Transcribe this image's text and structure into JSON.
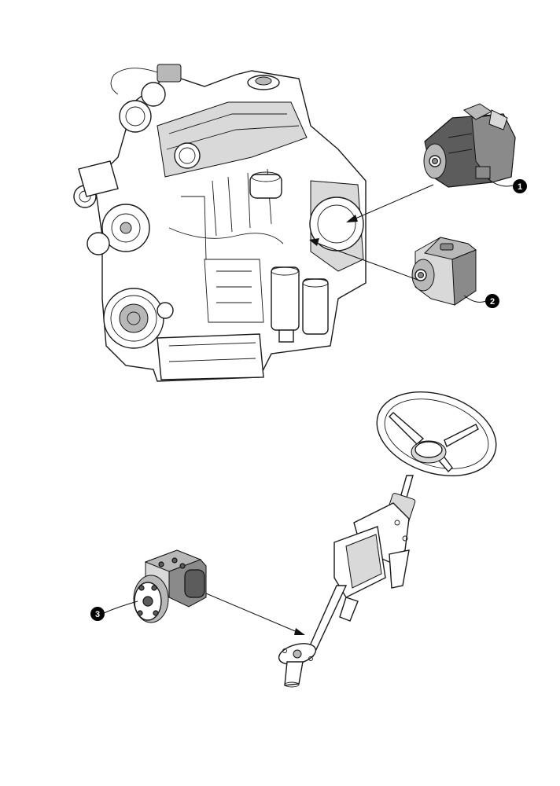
{
  "callouts": [
    {
      "label": "1",
      "part": "hydraulic-pump"
    },
    {
      "label": "2",
      "part": "gear-pump"
    },
    {
      "label": "3",
      "part": "steering-unit"
    }
  ],
  "colors": {
    "line": "#1a1a1a",
    "callout_fill": "#000000",
    "background": "#ffffff"
  }
}
